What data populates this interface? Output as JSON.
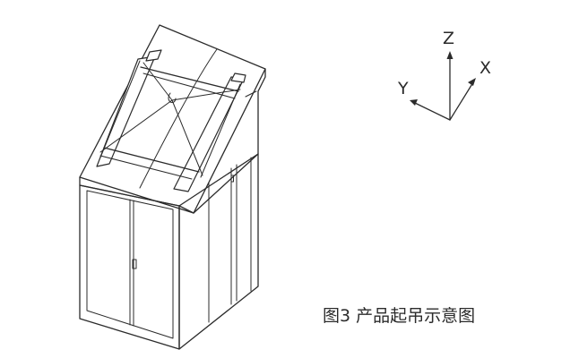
{
  "axes": {
    "z_label": "Z",
    "x_label": "X",
    "y_label": "Y"
  },
  "caption": "图3 产品起吊示意图",
  "colors": {
    "ink": "#2b2b2b",
    "background": "#ffffff"
  }
}
